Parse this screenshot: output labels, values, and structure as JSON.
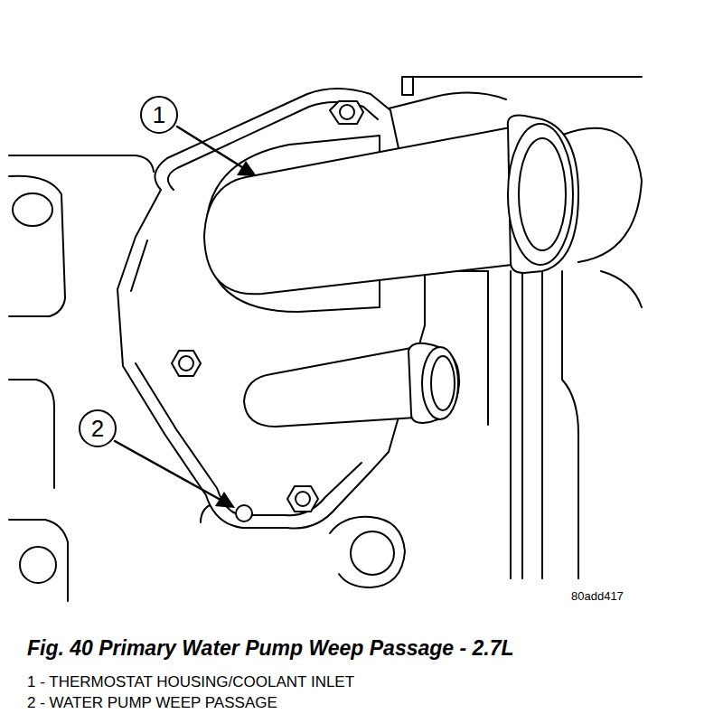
{
  "diagram": {
    "caption": "Fig. 40 Primary Water Pump Weep Passage - 2.7L",
    "nodes": [
      {
        "text": [
          "1"
        ]
      },
      {
        "text": [
          "2"
        ]
      }
    ],
    "labels": [
      "80add417",
      "1 - THERMOSTAT HOUSING/COOLANT INLET",
      "2 - WATER PUMP WEEP PASSAGE"
    ]
  }
}
